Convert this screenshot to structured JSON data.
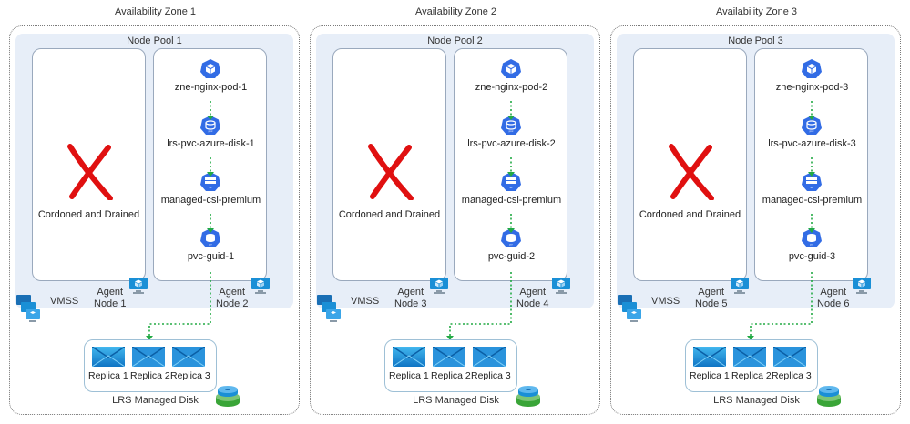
{
  "zones": [
    {
      "title": "Availability Zone 1",
      "pool": "Node Pool 1",
      "cordoned": "Cordoned and Drained",
      "pod": "zne-nginx-pod-1",
      "pvc": "lrs-pvc-azure-disk-1",
      "storage_class": "managed-csi-premium",
      "pv": "pvc-guid-1",
      "vmss": "VMSS",
      "agent_left": [
        "Agent",
        "Node 1"
      ],
      "agent_right": [
        "Agent",
        "Node 2"
      ],
      "replicas": [
        "Replica 1",
        "Replica 2",
        "Replica 3"
      ],
      "disk": "LRS Managed Disk"
    },
    {
      "title": "Availability Zone 2",
      "pool": "Node Pool 2",
      "cordoned": "Cordoned and Drained",
      "pod": "zne-nginx-pod-2",
      "pvc": "lrs-pvc-azure-disk-2",
      "storage_class": "managed-csi-premium",
      "pv": "pvc-guid-2",
      "vmss": "VMSS",
      "agent_left": [
        "Agent",
        "Node 3"
      ],
      "agent_right": [
        "Agent",
        "Node 4"
      ],
      "replicas": [
        "Replica 1",
        "Replica 2",
        "Replica 3"
      ],
      "disk": "LRS Managed Disk"
    },
    {
      "title": "Availability Zone 3",
      "pool": "Node Pool 3",
      "cordoned": "Cordoned and Drained",
      "pod": "zne-nginx-pod-3",
      "pvc": "lrs-pvc-azure-disk-3",
      "storage_class": "managed-csi-premium",
      "pv": "pvc-guid-3",
      "vmss": "VMSS",
      "agent_left": [
        "Agent",
        "Node 5"
      ],
      "agent_right": [
        "Agent",
        "Node 6"
      ],
      "replicas": [
        "Replica 1",
        "Replica 2",
        "Replica 3"
      ],
      "disk": "LRS Managed Disk"
    }
  ],
  "icons": {
    "pod": "kubernetes-pod-icon",
    "pvc": "persistent-volume-claim-icon",
    "storage_class": "storage-class-icon",
    "pv": "persistent-volume-icon",
    "vm": "virtual-machine-icon",
    "vmss": "vm-scale-set-icon",
    "replica": "disk-replica-icon",
    "disk": "managed-disk-icon",
    "cordon": "x-mark-icon"
  },
  "colors": {
    "kubernetes": "#326ce5",
    "arrow": "#22aa44",
    "cordon_x": "#e01010",
    "pool_bg": "#e7eef8"
  }
}
